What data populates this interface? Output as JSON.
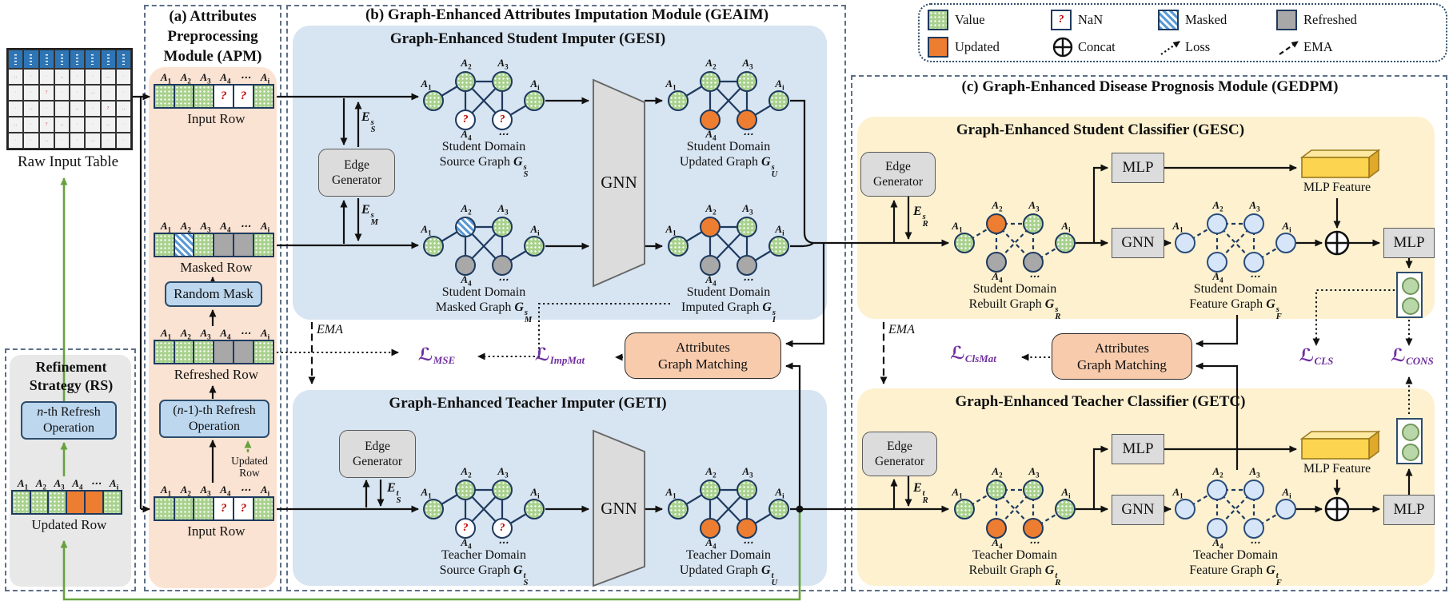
{
  "colors": {
    "value": "#a9d18e",
    "updated": "#ed7d31",
    "refreshed": "#a8a8a8",
    "masked_stripe": "#5b9bd5",
    "feature_node": "#d6e6f8",
    "loss_text": "#7030a0",
    "green_arrow": "#67a23f",
    "imputer_panel": "#d7e4f1",
    "classifier_panel": "#fdf1d0",
    "apm_panel": "#fbe3d3",
    "rs_panel": "#e8e8e8",
    "agm_box": "#f8cbad",
    "table_header": "#2e75b6",
    "blue_box": "#bdd7ee"
  },
  "legend": {
    "items": [
      {
        "icon": "value-swatch",
        "type": "value",
        "label": "Value"
      },
      {
        "icon": "nan-swatch",
        "type": "nan",
        "label": "NaN"
      },
      {
        "icon": "masked-swatch",
        "type": "masked",
        "label": "Masked"
      },
      {
        "icon": "refreshed-swatch",
        "type": "refreshed",
        "label": "Refreshed"
      },
      {
        "icon": "updated-swatch",
        "type": "updated",
        "label": "Updated"
      },
      {
        "icon": "concat-icon",
        "type": "concat",
        "label": "Concat"
      },
      {
        "icon": "loss-arrow-icon",
        "type": "loss",
        "label": "Loss"
      },
      {
        "icon": "ema-arrow-icon",
        "type": "ema",
        "label": "EMA"
      }
    ]
  },
  "left": {
    "table": {
      "caption": "Raw Input Table",
      "columns": 8,
      "body_rows": 5
    },
    "rs": {
      "title": [
        "Refinement",
        "Strategy (RS)"
      ],
      "refresh_op": {
        "n": "n",
        "rest": "-th Refresh",
        "line2": "Operation"
      }
    }
  },
  "apm": {
    "title": [
      "(a) Attributes",
      "Preprocessing",
      "Module (APM)"
    ],
    "random_mask": "Random Mask",
    "refresh_op": {
      "pre": "(",
      "n": "n",
      "rest": "-1)-th Refresh",
      "line2": "Operation"
    },
    "updated_note": [
      "Updated",
      "Row"
    ]
  },
  "attr_labels": [
    {
      "b": "A",
      "s": "1"
    },
    {
      "b": "A",
      "s": "2"
    },
    {
      "b": "A",
      "s": "3"
    },
    {
      "b": "A",
      "s": "4"
    },
    {
      "b": "⋯",
      "s": ""
    },
    {
      "b": "A",
      "s": "i"
    }
  ],
  "rows": {
    "input_top": {
      "cells": [
        "value",
        "value",
        "value",
        "nan",
        "nan",
        "value"
      ],
      "caption": "Input Row"
    },
    "masked": {
      "cells": [
        "value",
        "masked",
        "value",
        "refreshed",
        "refreshed",
        "value"
      ],
      "caption": "Masked Row"
    },
    "refreshed": {
      "cells": [
        "value",
        "value",
        "value",
        "refreshed",
        "refreshed",
        "value"
      ],
      "caption": "Refreshed Row"
    },
    "input_bottom": {
      "cells": [
        "value",
        "value",
        "value",
        "nan",
        "nan",
        "value"
      ],
      "caption": "Input Row"
    },
    "updated": {
      "cells": [
        "value",
        "value",
        "value",
        "updated",
        "updated",
        "value"
      ],
      "caption": "Updated Row"
    }
  },
  "geaim": {
    "title": "(b) Graph-Enhanced Attributes Imputation Module (GEAIM)",
    "gesi_title": "Graph-Enhanced Student Imputer (GESI)",
    "geti_title": "Graph-Enhanced Teacher Imputer (GETI)",
    "edge_generator": [
      "Edge",
      "Generator"
    ],
    "gnn": "GNN",
    "ema": "EMA",
    "agm": [
      "Attributes",
      "Graph Matching"
    ]
  },
  "gedpm": {
    "title": "(c) Graph-Enhanced Disease Prognosis Module (GEDPM)",
    "gesc_title": "Graph-Enhanced Student Classifier (GESC)",
    "getc_title": "Graph-Enhanced Teacher Classifier (GETC)",
    "edge_generator": [
      "Edge",
      "Generator"
    ],
    "gnn": "GNN",
    "mlp": "MLP",
    "mlp_feature": "MLP Feature",
    "ema": "EMA",
    "agm": [
      "Attributes",
      "Graph Matching"
    ]
  },
  "e_labels": {
    "ess": {
      "base": "E",
      "sup": "s",
      "sub": "S"
    },
    "esm": {
      "base": "E",
      "sup": "s",
      "sub": "M"
    },
    "est": {
      "base": "E",
      "sup": "t",
      "sub": "S"
    },
    "ers": {
      "base": "E",
      "sup": "s",
      "sub": "R"
    },
    "ert": {
      "base": "E",
      "sup": "t",
      "sub": "R"
    }
  },
  "losses": {
    "base": "ℒ",
    "mse": "MSE",
    "impmat": "ImpMat",
    "clsmat": "ClsMat",
    "cls": "CLS",
    "cons": "CONS"
  },
  "graphs": {
    "b_s_source": {
      "cap1": "Student Domain",
      "cap2": "Source Graph",
      "sym": {
        "base": "G",
        "sup": "s",
        "sub": "S"
      },
      "edges": "solid",
      "nodes": [
        "value",
        "value",
        "value",
        "nan",
        "nan",
        "value"
      ]
    },
    "b_s_updated": {
      "cap1": "Student Domain",
      "cap2": "Updated Graph",
      "sym": {
        "base": "G",
        "sup": "s",
        "sub": "U"
      },
      "edges": "solid",
      "nodes": [
        "value",
        "value",
        "value",
        "updated",
        "updated",
        "value"
      ]
    },
    "b_s_masked": {
      "cap1": "Student Domain",
      "cap2": "Masked Graph",
      "sym": {
        "base": "G",
        "sup": "s",
        "sub": "M"
      },
      "edges": "solid",
      "nodes": [
        "value",
        "masked",
        "value",
        "refreshed",
        "refreshed",
        "value"
      ]
    },
    "b_s_imputed": {
      "cap1": "Student Domain",
      "cap2": "Imputed Graph",
      "sym": {
        "base": "G",
        "sup": "s",
        "sub": "I"
      },
      "edges": "solid",
      "nodes": [
        "value",
        "updated",
        "value",
        "refreshed",
        "refreshed",
        "value"
      ]
    },
    "b_t_source": {
      "cap1": "Teacher Domain",
      "cap2": "Source Graph",
      "sym": {
        "base": "G",
        "sup": "t",
        "sub": "S"
      },
      "edges": "solid",
      "nodes": [
        "value",
        "value",
        "value",
        "nan",
        "nan",
        "value"
      ]
    },
    "b_t_updated": {
      "cap1": "Teacher Domain",
      "cap2": "Updated Graph",
      "sym": {
        "base": "G",
        "sup": "t",
        "sub": "U"
      },
      "edges": "solid",
      "nodes": [
        "value",
        "value",
        "value",
        "updated",
        "updated",
        "value"
      ]
    },
    "c_s_rebuilt": {
      "cap1": "Student Domain",
      "cap2": "Rebuilt Graph",
      "sym": {
        "base": "G",
        "sup": "s",
        "sub": "R"
      },
      "edges": "dashed",
      "nodes": [
        "value",
        "updated",
        "value",
        "refreshed",
        "refreshed",
        "value"
      ]
    },
    "c_s_feature": {
      "cap1": "Student Domain",
      "cap2": "Feature Graph",
      "sym": {
        "base": "G",
        "sup": "s",
        "sub": "F"
      },
      "edges": "dashed",
      "nodes": [
        "feature",
        "feature",
        "feature",
        "feature",
        "feature",
        "feature"
      ]
    },
    "c_t_rebuilt": {
      "cap1": "Teacher Domain",
      "cap2": "Rebuilt Graph",
      "sym": {
        "base": "G",
        "sup": "t",
        "sub": "R"
      },
      "edges": "dashed",
      "nodes": [
        "value",
        "value",
        "value",
        "updated",
        "updated",
        "value"
      ]
    },
    "c_t_feature": {
      "cap1": "Teacher Domain",
      "cap2": "Feature Graph",
      "sym": {
        "base": "G",
        "sup": "t",
        "sub": "F"
      },
      "edges": "dashed",
      "nodes": [
        "feature",
        "feature",
        "feature",
        "feature",
        "feature",
        "feature"
      ]
    }
  }
}
